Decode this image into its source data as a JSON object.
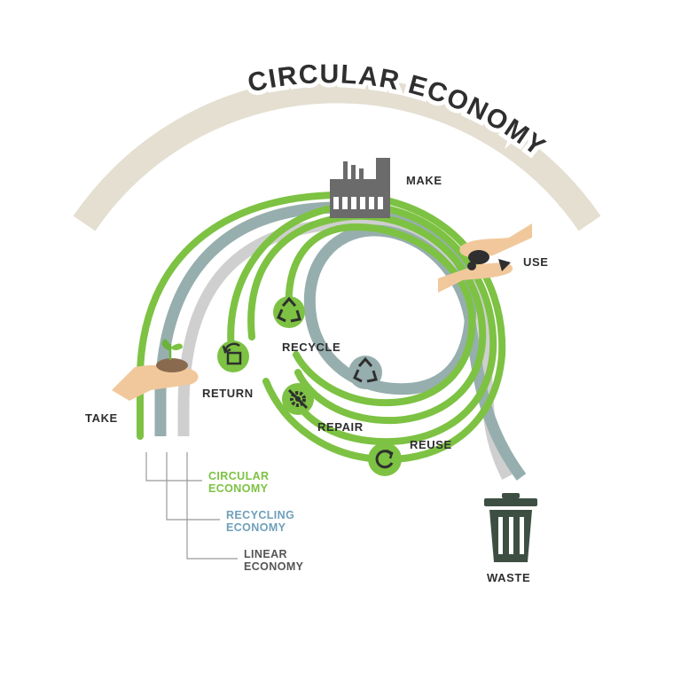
{
  "title": "CIRCULAR ECONOMY",
  "stages": {
    "take": "TAKE",
    "make": "MAKE",
    "use": "USE",
    "waste": "WASTE"
  },
  "loops": {
    "return": "RETURN",
    "recycle": "RECYCLE",
    "repair": "REPAIR",
    "reuse": "REUSE"
  },
  "legend": {
    "circular": [
      "CIRCULAR",
      "ECONOMY"
    ],
    "recycling": [
      "RECYCLING",
      "ECONOMY"
    ],
    "linear": [
      "LINEAR",
      "ECONOMY"
    ]
  },
  "colors": {
    "circular": "#7dc243",
    "recycling": "#97aeae",
    "linear": "#cfcfcf",
    "arc": "#e4dfd1",
    "text": "#2f2f2f",
    "legend_circular": "#7dc243",
    "legend_recycling": "#6f9fbb",
    "legend_linear": "#555555",
    "waste_bin": "#3d4f43",
    "factory": "#6b6b6b",
    "skin": "#f1c89c"
  },
  "icons": [
    "factory-icon",
    "hand-seedling-icon",
    "hands-exchange-icon",
    "recycle-icon",
    "return-box-icon",
    "repair-gear-icon",
    "reuse-arrow-icon",
    "trash-bin-icon"
  ]
}
